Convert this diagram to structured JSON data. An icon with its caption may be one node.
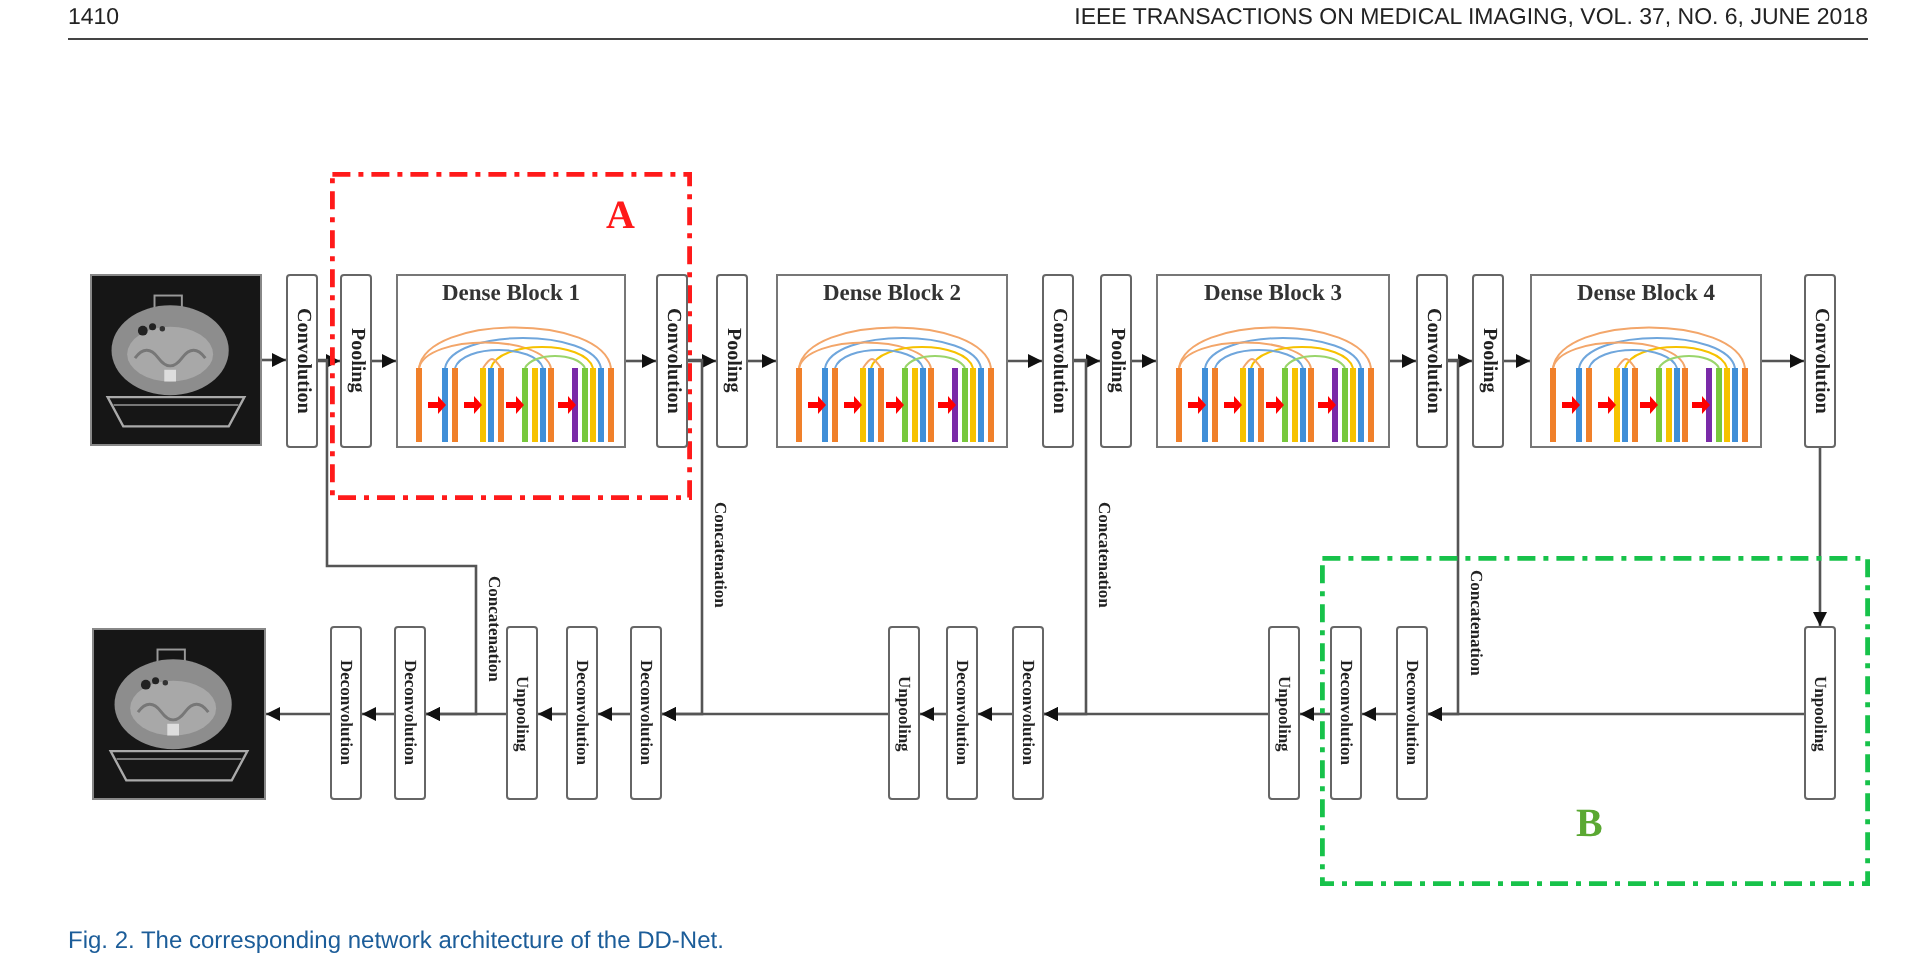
{
  "diagram": {
    "caption": "Fig. 2. The corresponding network architecture of the DD-Net.",
    "nodes": [
      {
        "text": [
          "A"
        ]
      },
      {
        "text": [],
        "shape": "picture"
      },
      {
        "text": [
          "Convolution"
        ]
      },
      {
        "text": [
          "Pooling"
        ],
        "in": 0
      },
      {
        "text": [
          "Dense Block 1"
        ],
        "in": 0
      },
      {
        "text": [
          "Convolution"
        ],
        "in": 0
      },
      {
        "text": [
          "Pooling"
        ]
      },
      {
        "text": [
          "Dense Block 2"
        ]
      },
      {
        "text": [
          "Convolution"
        ]
      },
      {
        "text": [
          "Pooling"
        ]
      },
      {
        "text": [
          "Dense Block 3"
        ]
      },
      {
        "text": [
          "Convolution"
        ]
      },
      {
        "text": [
          "Pooling"
        ]
      },
      {
        "text": [
          "Dense Block 4"
        ]
      },
      {
        "text": [
          "Convolution"
        ]
      },
      {
        "text": [
          "B"
        ]
      },
      {
        "text": [],
        "shape": "picture"
      },
      {
        "text": [
          "Deconvolution"
        ]
      },
      {
        "text": [
          "Deconvolution"
        ]
      },
      {
        "text": [
          "Unpooling"
        ]
      },
      {
        "text": [
          "Deconvolution"
        ]
      },
      {
        "text": [
          "Deconvolution"
        ]
      },
      {
        "text": [
          "Unpooling"
        ]
      },
      {
        "text": [
          "Deconvolution"
        ]
      },
      {
        "text": [
          "Deconvolution"
        ]
      },
      {
        "text": [
          "Unpooling"
        ]
      },
      {
        "text": [
          "Deconvolution"
        ],
        "in": 15
      },
      {
        "text": [
          "Deconvolution"
        ],
        "in": 15
      },
      {
        "text": [
          "Unpooling"
        ],
        "in": 15
      }
    ],
    "edges": [
      {
        "from": 1,
        "to": 2,
        "arrow": "to"
      },
      {
        "from": 2,
        "to": 3,
        "arrow": "to"
      },
      {
        "from": 3,
        "to": 4,
        "arrow": "to"
      },
      {
        "from": 4,
        "to": 5,
        "arrow": "to"
      },
      {
        "from": 5,
        "to": 6,
        "arrow": "to"
      },
      {
        "from": 6,
        "to": 7,
        "arrow": "to"
      },
      {
        "from": 7,
        "to": 8,
        "arrow": "to"
      },
      {
        "from": 8,
        "to": 9,
        "arrow": "to"
      },
      {
        "from": 9,
        "to": 10,
        "arrow": "to"
      },
      {
        "from": 10,
        "to": 11,
        "arrow": "to"
      },
      {
        "from": 11,
        "to": 12,
        "arrow": "to"
      },
      {
        "from": 12,
        "to": 13,
        "arrow": "to"
      },
      {
        "from": 13,
        "to": 14,
        "arrow": "to"
      },
      {
        "from": 14,
        "to": 28,
        "arrow": "to"
      },
      {
        "from": 28,
        "to": 27,
        "arrow": "to"
      },
      {
        "from": 27,
        "to": 26,
        "arrow": "to"
      },
      {
        "from": 26,
        "to": 25,
        "arrow": "to"
      },
      {
        "from": 25,
        "to": 24,
        "arrow": "to"
      },
      {
        "from": 24,
        "to": 23,
        "arrow": "to"
      },
      {
        "from": 23,
        "to": 22,
        "arrow": "to"
      },
      {
        "from": 22,
        "to": 21,
        "arrow": "to"
      },
      {
        "from": 21,
        "to": 20,
        "arrow": "to"
      },
      {
        "from": 20,
        "to": 19,
        "arrow": "to"
      },
      {
        "from": 19,
        "to": 18,
        "arrow": "to"
      },
      {
        "from": 18,
        "to": 17,
        "arrow": "to"
      },
      {
        "from": 17,
        "to": 16,
        "arrow": "to"
      },
      {
        "from": 2,
        "to": 18,
        "arrow": "to",
        "label": "Concatenation"
      },
      {
        "from": 5,
        "to": 21,
        "arrow": "to",
        "label": "Concatenation"
      },
      {
        "from": 8,
        "to": 24,
        "arrow": "to",
        "label": "Concatenation"
      },
      {
        "from": 11,
        "to": 27,
        "arrow": "to",
        "label": "Concatenation"
      }
    ],
    "labels": [
      "1410",
      "IEEE TRANSACTIONS ON MEDICAL IMAGING, VOL. 37, NO. 6, JUNE 2018"
    ]
  }
}
